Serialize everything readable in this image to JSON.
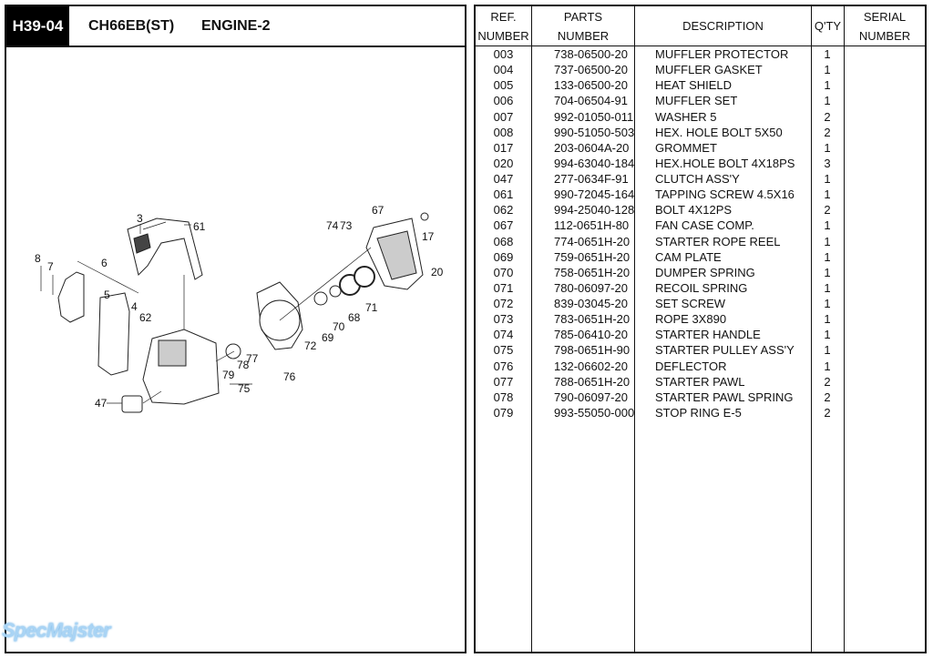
{
  "header": {
    "code": "H39-04",
    "model": "CH66EB(ST)",
    "section": "ENGINE-2"
  },
  "watermark": "SpecMajster",
  "table": {
    "headers": {
      "ref": [
        "REF.",
        "NUMBER"
      ],
      "parts": [
        "PARTS",
        "NUMBER"
      ],
      "description": "DESCRIPTION",
      "qty": "Q'TY",
      "serial": [
        "SERIAL",
        "NUMBER"
      ]
    },
    "rows": [
      {
        "ref": "003",
        "part": "738-06500-20",
        "desc": "MUFFLER PROTECTOR",
        "qty": "1"
      },
      {
        "ref": "004",
        "part": "737-06500-20",
        "desc": "MUFFLER GASKET",
        "qty": "1"
      },
      {
        "ref": "005",
        "part": "133-06500-20",
        "desc": "HEAT SHIELD",
        "qty": "1"
      },
      {
        "ref": "006",
        "part": "704-06504-91",
        "desc": "MUFFLER SET",
        "qty": "1"
      },
      {
        "ref": "007",
        "part": "992-01050-011",
        "desc": "WASHER 5",
        "qty": "2"
      },
      {
        "ref": "008",
        "part": "990-51050-503",
        "desc": "HEX. HOLE BOLT 5X50",
        "qty": "2"
      },
      {
        "ref": "017",
        "part": "203-0604A-20",
        "desc": "GROMMET",
        "qty": "1"
      },
      {
        "ref": "020",
        "part": "994-63040-184",
        "desc": "HEX.HOLE BOLT 4X18PS",
        "qty": "3"
      },
      {
        "ref": "047",
        "part": "277-0634F-91",
        "desc": "CLUTCH ASS'Y",
        "qty": "1"
      },
      {
        "ref": "061",
        "part": "990-72045-164",
        "desc": "TAPPING SCREW 4.5X16",
        "qty": "1"
      },
      {
        "ref": "062",
        "part": "994-25040-128",
        "desc": "BOLT 4X12PS",
        "qty": "2"
      },
      {
        "ref": "067",
        "part": "112-0651H-80",
        "desc": "FAN CASE COMP.",
        "qty": "1"
      },
      {
        "ref": "068",
        "part": "774-0651H-20",
        "desc": "STARTER ROPE REEL",
        "qty": "1"
      },
      {
        "ref": "069",
        "part": "759-0651H-20",
        "desc": "CAM PLATE",
        "qty": "1"
      },
      {
        "ref": "070",
        "part": "758-0651H-20",
        "desc": "DUMPER SPRING",
        "qty": "1"
      },
      {
        "ref": "071",
        "part": "780-06097-20",
        "desc": "RECOIL SPRING",
        "qty": "1"
      },
      {
        "ref": "072",
        "part": "839-03045-20",
        "desc": "SET SCREW",
        "qty": "1"
      },
      {
        "ref": "073",
        "part": "783-0651H-20",
        "desc": "ROPE 3X890",
        "qty": "1"
      },
      {
        "ref": "074",
        "part": "785-06410-20",
        "desc": "STARTER HANDLE",
        "qty": "1"
      },
      {
        "ref": "075",
        "part": "798-0651H-90",
        "desc": "STARTER PULLEY ASS'Y",
        "qty": "1"
      },
      {
        "ref": "076",
        "part": "132-06602-20",
        "desc": "DEFLECTOR",
        "qty": "1"
      },
      {
        "ref": "077",
        "part": "788-0651H-20",
        "desc": "STARTER PAWL",
        "qty": "2"
      },
      {
        "ref": "078",
        "part": "790-06097-20",
        "desc": "STARTER PAWL SPRING",
        "qty": "2"
      },
      {
        "ref": "079",
        "part": "993-55050-000",
        "desc": "STOP RING E-5",
        "qty": "2"
      }
    ]
  },
  "diagram": {
    "labels": [
      "3",
      "61",
      "8",
      "7",
      "6",
      "5",
      "4",
      "62",
      "47",
      "79",
      "78",
      "77",
      "75",
      "76",
      "72",
      "69",
      "70",
      "68",
      "71",
      "74",
      "73",
      "67",
      "17",
      "20"
    ]
  }
}
